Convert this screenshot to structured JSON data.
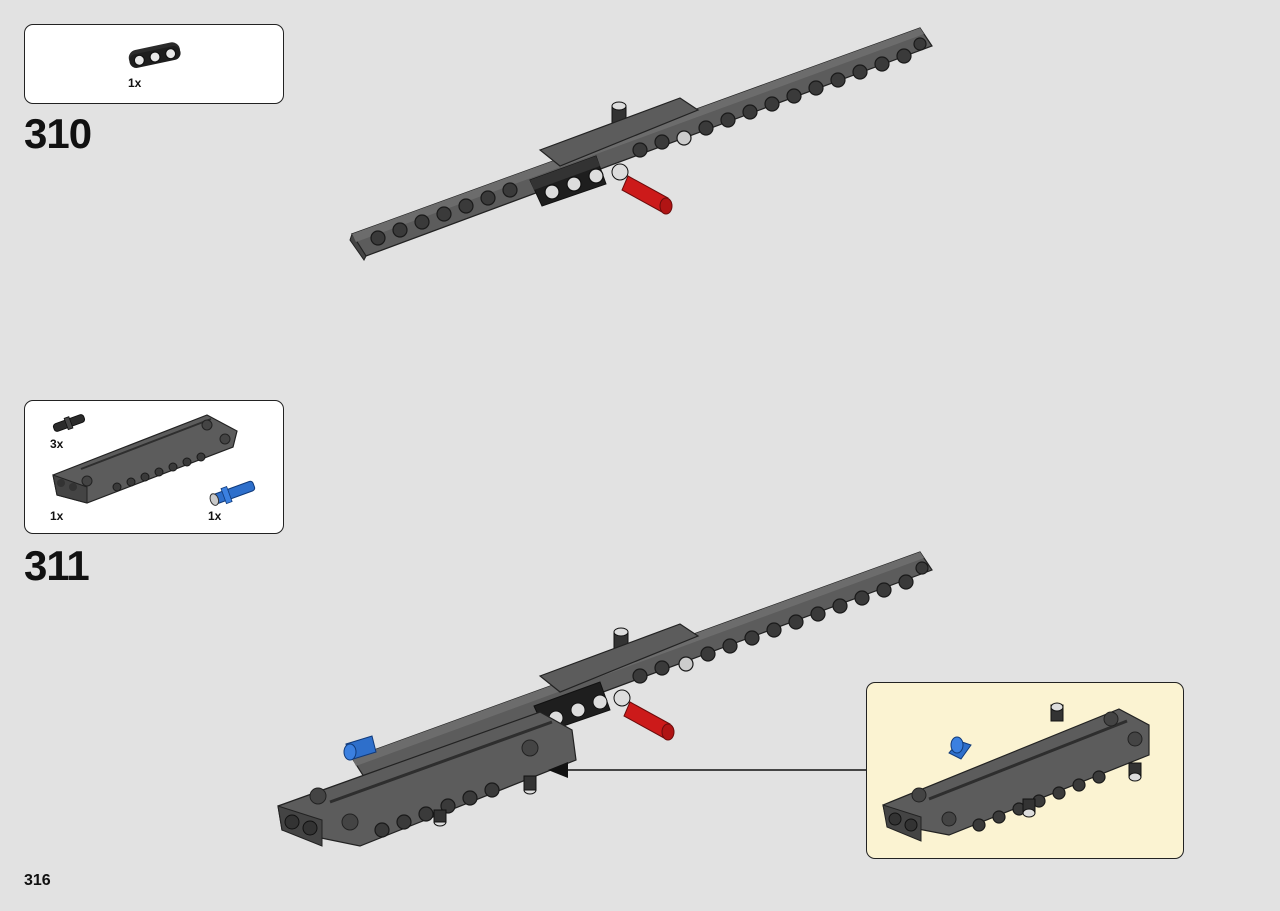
{
  "page": {
    "number": "316"
  },
  "steps": [
    {
      "number": "310",
      "parts": [
        {
          "name": "black 3-hole beam",
          "quantity": "1x"
        }
      ]
    },
    {
      "number": "311",
      "parts": [
        {
          "name": "black friction pin",
          "quantity": "3x"
        },
        {
          "name": "dark grey panel plate",
          "quantity": "1x"
        },
        {
          "name": "blue axle pin",
          "quantity": "1x"
        }
      ]
    }
  ],
  "colors": {
    "background": "#e2e2e2",
    "dark_grey": "#5c5c5c",
    "black": "#2b2b2b",
    "red": "#cc1a1a",
    "blue": "#2e6fcb",
    "callout_bg": "#fbf3d2"
  },
  "icons": [
    "beam-icon",
    "pin-icon",
    "panel-icon",
    "arrow-icon"
  ]
}
